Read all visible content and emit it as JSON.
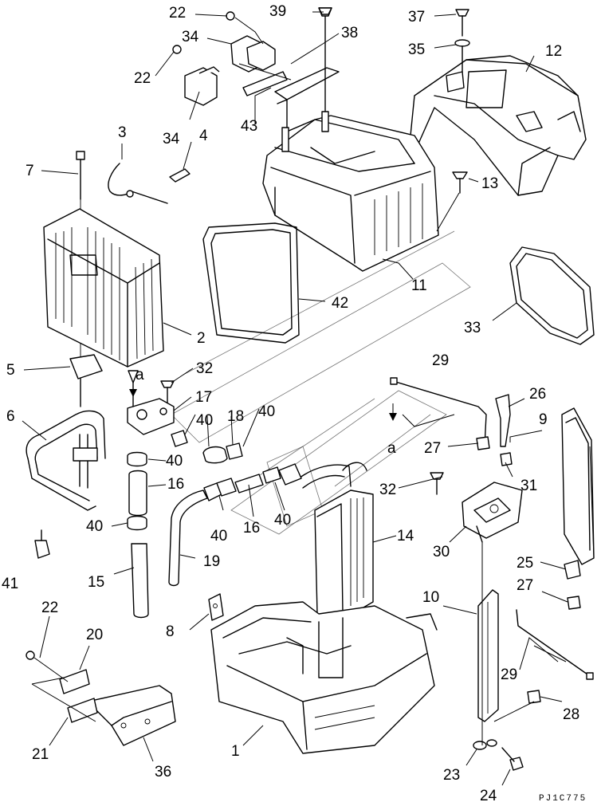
{
  "figure_code": "PJ1C775",
  "labels": [
    "1",
    "2",
    "3",
    "4",
    "5",
    "6",
    "7",
    "8",
    "9",
    "10",
    "11",
    "12",
    "13",
    "14",
    "15",
    "16",
    "16",
    "17",
    "18",
    "19",
    "20",
    "21",
    "22",
    "22",
    "22",
    "23",
    "24",
    "25",
    "26",
    "27",
    "27",
    "28",
    "29",
    "29",
    "30",
    "31",
    "32",
    "32",
    "33",
    "34",
    "34",
    "35",
    "36",
    "37",
    "38",
    "39",
    "40",
    "40",
    "40",
    "40",
    "40",
    "40",
    "41",
    "42",
    "43",
    "a",
    "a"
  ]
}
